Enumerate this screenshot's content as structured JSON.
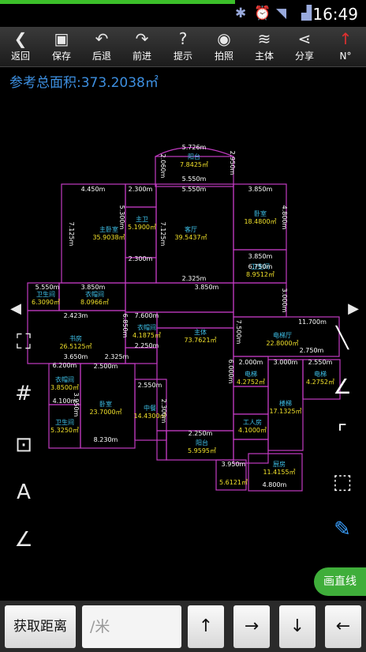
{
  "status": {
    "time": "16:49",
    "icons": [
      "bluetooth-icon",
      "alarm-icon",
      "wifi-icon",
      "signal-icon"
    ]
  },
  "toolbar": [
    {
      "label": "返回",
      "icon": "back-icon",
      "glyph": "❮"
    },
    {
      "label": "保存",
      "icon": "save-icon",
      "glyph": "▣"
    },
    {
      "label": "后退",
      "icon": "undo-icon",
      "glyph": "↶"
    },
    {
      "label": "前进",
      "icon": "redo-icon",
      "glyph": "↷"
    },
    {
      "label": "提示",
      "icon": "help-icon",
      "glyph": "?"
    },
    {
      "label": "拍照",
      "icon": "camera-icon",
      "glyph": "◉"
    },
    {
      "label": "主体",
      "icon": "layers-icon",
      "glyph": "≋"
    },
    {
      "label": "分享",
      "icon": "share-icon",
      "glyph": "⋖"
    },
    {
      "label": "N°",
      "icon": "compass-icon",
      "glyph": "↑"
    }
  ],
  "area_label": "参考总面积:373.2038㎡",
  "rooms": [
    {
      "name": "阳台",
      "area": "7.8425㎡"
    },
    {
      "name": "主卫",
      "area": "5.1900㎡"
    },
    {
      "name": "主卧室",
      "area": "35.9038㎡"
    },
    {
      "name": "客厅",
      "area": "39.5437㎡"
    },
    {
      "name": "卧室",
      "area": "18.4800㎡"
    },
    {
      "name": "卫生间",
      "area": "8.9512㎡"
    },
    {
      "name": "卫生间",
      "area": "6.3090㎡"
    },
    {
      "name": "衣帽间",
      "area": "8.0966㎡"
    },
    {
      "name": "书房",
      "area": "26.5125㎡"
    },
    {
      "name": "衣帽间",
      "area": "4.1875㎡"
    },
    {
      "name": "主体",
      "area": "73.7621㎡"
    },
    {
      "name": "电梯厅",
      "area": "22.8000㎡"
    },
    {
      "name": "衣帽间",
      "area": "3.8500㎡"
    },
    {
      "name": "卫生间",
      "area": "5.3250㎡"
    },
    {
      "name": "卧室",
      "area": "23.7000㎡"
    },
    {
      "name": "中餐",
      "area": "14.4300㎡"
    },
    {
      "name": "电梯",
      "area": "4.2752㎡"
    },
    {
      "name": "楼梯",
      "area": "17.1325㎡"
    },
    {
      "name": "电梯",
      "area": "4.2752㎡"
    },
    {
      "name": "工人房",
      "area": "4.1000㎡"
    },
    {
      "name": "阳台",
      "area": "5.9595㎡"
    },
    {
      "name": "",
      "area": "5.6121㎡"
    },
    {
      "name": "厨房",
      "area": "11.4155㎡"
    }
  ],
  "dims": [
    "5.726m",
    "2.060m",
    "2.950m",
    "5.550m",
    "4.450m",
    "2.300m",
    "5.550m",
    "3.850m",
    "7.125m",
    "5.300m",
    "7.125m",
    "4.800m",
    "2.300m",
    "3.850m",
    "3.850m",
    "2.325m",
    "6.750m",
    "5.550m",
    "3.850m",
    "3.000m",
    "11.700m",
    "2.423m",
    "7.600m",
    "6.850m",
    "2.750m",
    "2.250m",
    "7.500m",
    "2.000m",
    "3.000m",
    "2.550m",
    "2.500m",
    "2.550m",
    "3.950m",
    "2.300m",
    "6.000m",
    "4.100m",
    "8.230m",
    "2.250m",
    "3.950m",
    "4.800m",
    "2.325m",
    "3.650m",
    "6.200m"
  ],
  "side_icons": [
    "arrow-left-icon",
    "fit-screen-icon",
    "grid-icon",
    "zoom-icon",
    "text-pen-icon",
    "angle-icon"
  ],
  "right_icons": [
    "arrow-right-icon",
    "line-tool-icon",
    "arc-tool-icon",
    "rect-corner-icon",
    "rect-tool-icon",
    "freehand-icon"
  ],
  "draw_line_label": "画直线",
  "bottom": {
    "get_distance": "获取距离",
    "unit_placeholder": "/米",
    "up": "↑",
    "right": "→",
    "down": "↓",
    "left": "←"
  },
  "colors": {
    "wall": "#c23bc2",
    "room_name": "#3ec0e8",
    "room_area": "#f0e02a",
    "dim": "#ffffff",
    "accent": "#3d8fe0",
    "green": "#3fae3a"
  }
}
